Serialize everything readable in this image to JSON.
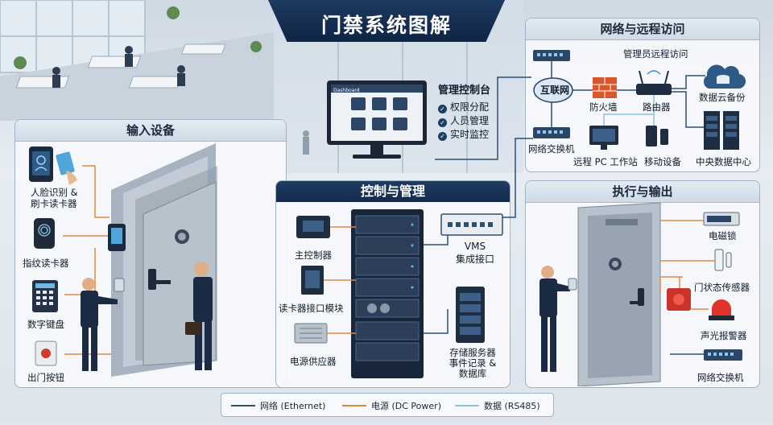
{
  "title": "门禁系统图解",
  "panels": {
    "input": {
      "title": "输入设备",
      "items": [
        {
          "label": "人脸识别 &\n刷卡读卡器",
          "icon": "face-recognition-icon"
        },
        {
          "label": "指纹读卡器",
          "icon": "fingerprint-icon"
        },
        {
          "label": "数字键盘",
          "icon": "keypad-icon"
        },
        {
          "label": "出门按钮",
          "icon": "exit-button-icon"
        }
      ]
    },
    "control": {
      "title": "控制与管理",
      "items": [
        {
          "label": "主控制器",
          "icon": "controller-icon"
        },
        {
          "label": "读卡器接口模块",
          "icon": "reader-module-icon"
        },
        {
          "label": "电源供应器",
          "icon": "power-supply-icon"
        },
        {
          "label": "VMS\n集成接口",
          "icon": "vms-interface-icon"
        },
        {
          "label": "存储服务器\n事件记录 &\n数据库",
          "icon": "storage-server-icon"
        }
      ]
    },
    "console": {
      "title": "管理控制台",
      "features": [
        "权限分配",
        "人员管理",
        "实时监控"
      ],
      "screen_title": "Dashboard"
    },
    "network": {
      "title": "网络与远程访问",
      "items": {
        "internet": "互联网",
        "firewall": "防火墙",
        "router": "路由器",
        "admin_remote": "管理员远程访问",
        "cloud": "数据云备份",
        "switch": "网络交换机",
        "pc": "远程 PC 工作站",
        "mobile": "移动设备",
        "datacenter": "中央数据中心"
      }
    },
    "output": {
      "title": "执行与输出",
      "items": [
        {
          "label": "电磁锁",
          "icon": "magnetic-lock-icon"
        },
        {
          "label": "门状态传感器",
          "icon": "door-sensor-icon"
        },
        {
          "label": "声光报警器",
          "icon": "alarm-siren-icon"
        },
        {
          "label": "网络交换机",
          "icon": "network-switch-icon"
        }
      ]
    }
  },
  "legend": {
    "ethernet": "网络 (Ethernet)",
    "power": "电源 (DC Power)",
    "data": "数据 (RS485)"
  },
  "colors": {
    "ethernet": "#2e4f74",
    "power": "#e08a3c",
    "data": "#8fc4e0",
    "navy": "#13294a"
  }
}
